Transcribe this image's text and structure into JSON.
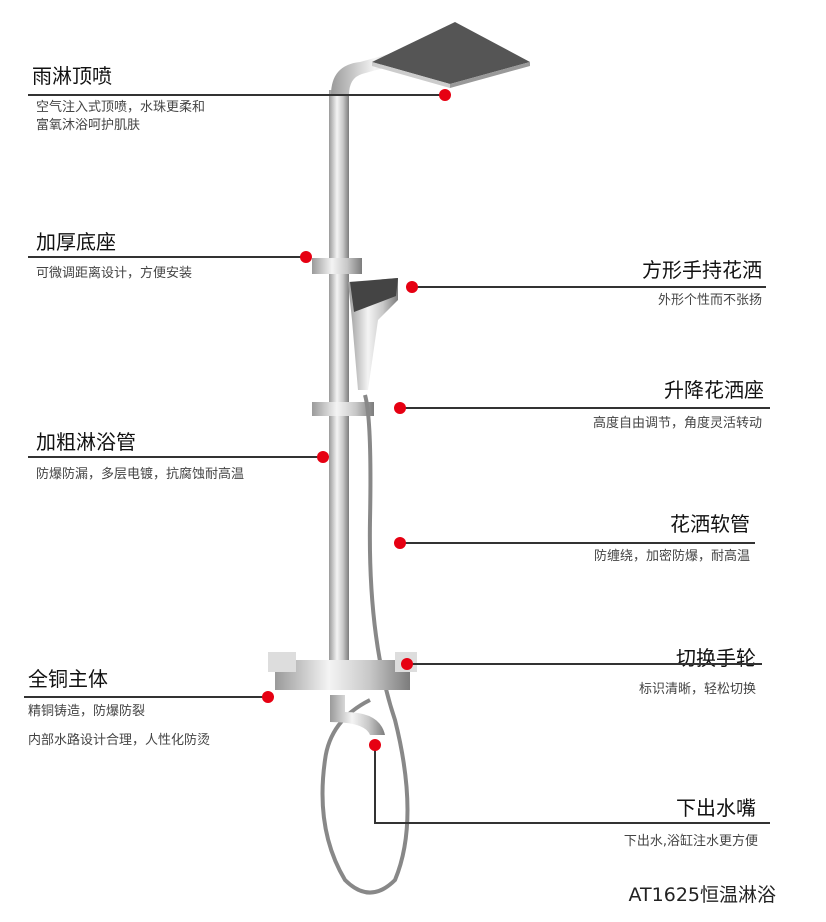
{
  "callouts": {
    "rain_head": {
      "title": "雨淋顶喷",
      "desc1": "空气注入式顶喷，水珠更柔和",
      "desc2": "富氧沐浴呵护肌肤"
    },
    "base": {
      "title": "加厚底座",
      "desc1": "可微调距离设计，方便安装"
    },
    "pipe": {
      "title": "加粗淋浴管",
      "desc1": "防爆防漏，多层电镀，抗腐蚀耐高温"
    },
    "body": {
      "title": "全铜主体",
      "desc1": "精铜铸造，防爆防裂",
      "desc2": "内部水路设计合理，人性化防烫"
    },
    "hand_shower": {
      "title": "方形手持花洒",
      "desc1": "外形个性而不张扬"
    },
    "holder": {
      "title": "升降花洒座",
      "desc1": "高度自由调节，角度灵活转动"
    },
    "hose": {
      "title": "花洒软管",
      "desc1": "防缠绕，加密防爆，耐高温"
    },
    "handle": {
      "title": "切换手轮",
      "desc1": "标识清晰，轻松切换"
    },
    "spout": {
      "title": "下出水嘴",
      "desc1": "下出水,浴缸注水更方便"
    }
  },
  "model": "AT1625恒温淋浴",
  "colors": {
    "dot": "#e60012",
    "line": "#333333"
  }
}
